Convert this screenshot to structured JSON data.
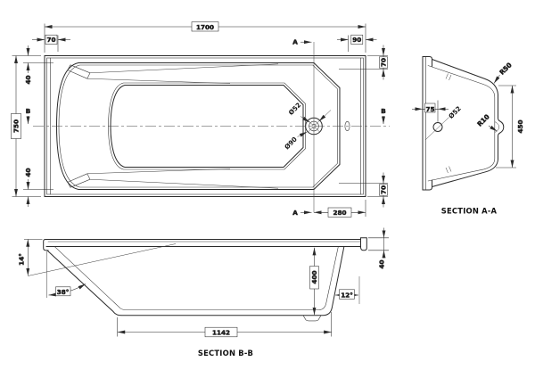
{
  "plan": {
    "overall_length": "1700",
    "head_rim_width": "70",
    "overflow_offset": "90",
    "overall_width": "750",
    "side_rim_top": "40",
    "side_rim_bottom": "40",
    "foot_rim_top": "70",
    "foot_rim_bottom": "70",
    "waste_offset": "280",
    "waste_inner_dia": "Ø52",
    "waste_outer_dia": "Ø90",
    "section_a_marker": "A",
    "section_b_marker": "B"
  },
  "section_aa": {
    "title": "SECTION A-A",
    "overflow_offset": "75",
    "overflow_dia": "Ø52",
    "rim_radius": "R50",
    "wall_radius": "R10",
    "base_width": "450"
  },
  "section_bb": {
    "title": "SECTION B-B",
    "rim_angle": "14°",
    "backrest_angle": "38°",
    "depth": "400",
    "foot_angle": "12°",
    "rim_edge": "40",
    "base_length": "1142"
  }
}
